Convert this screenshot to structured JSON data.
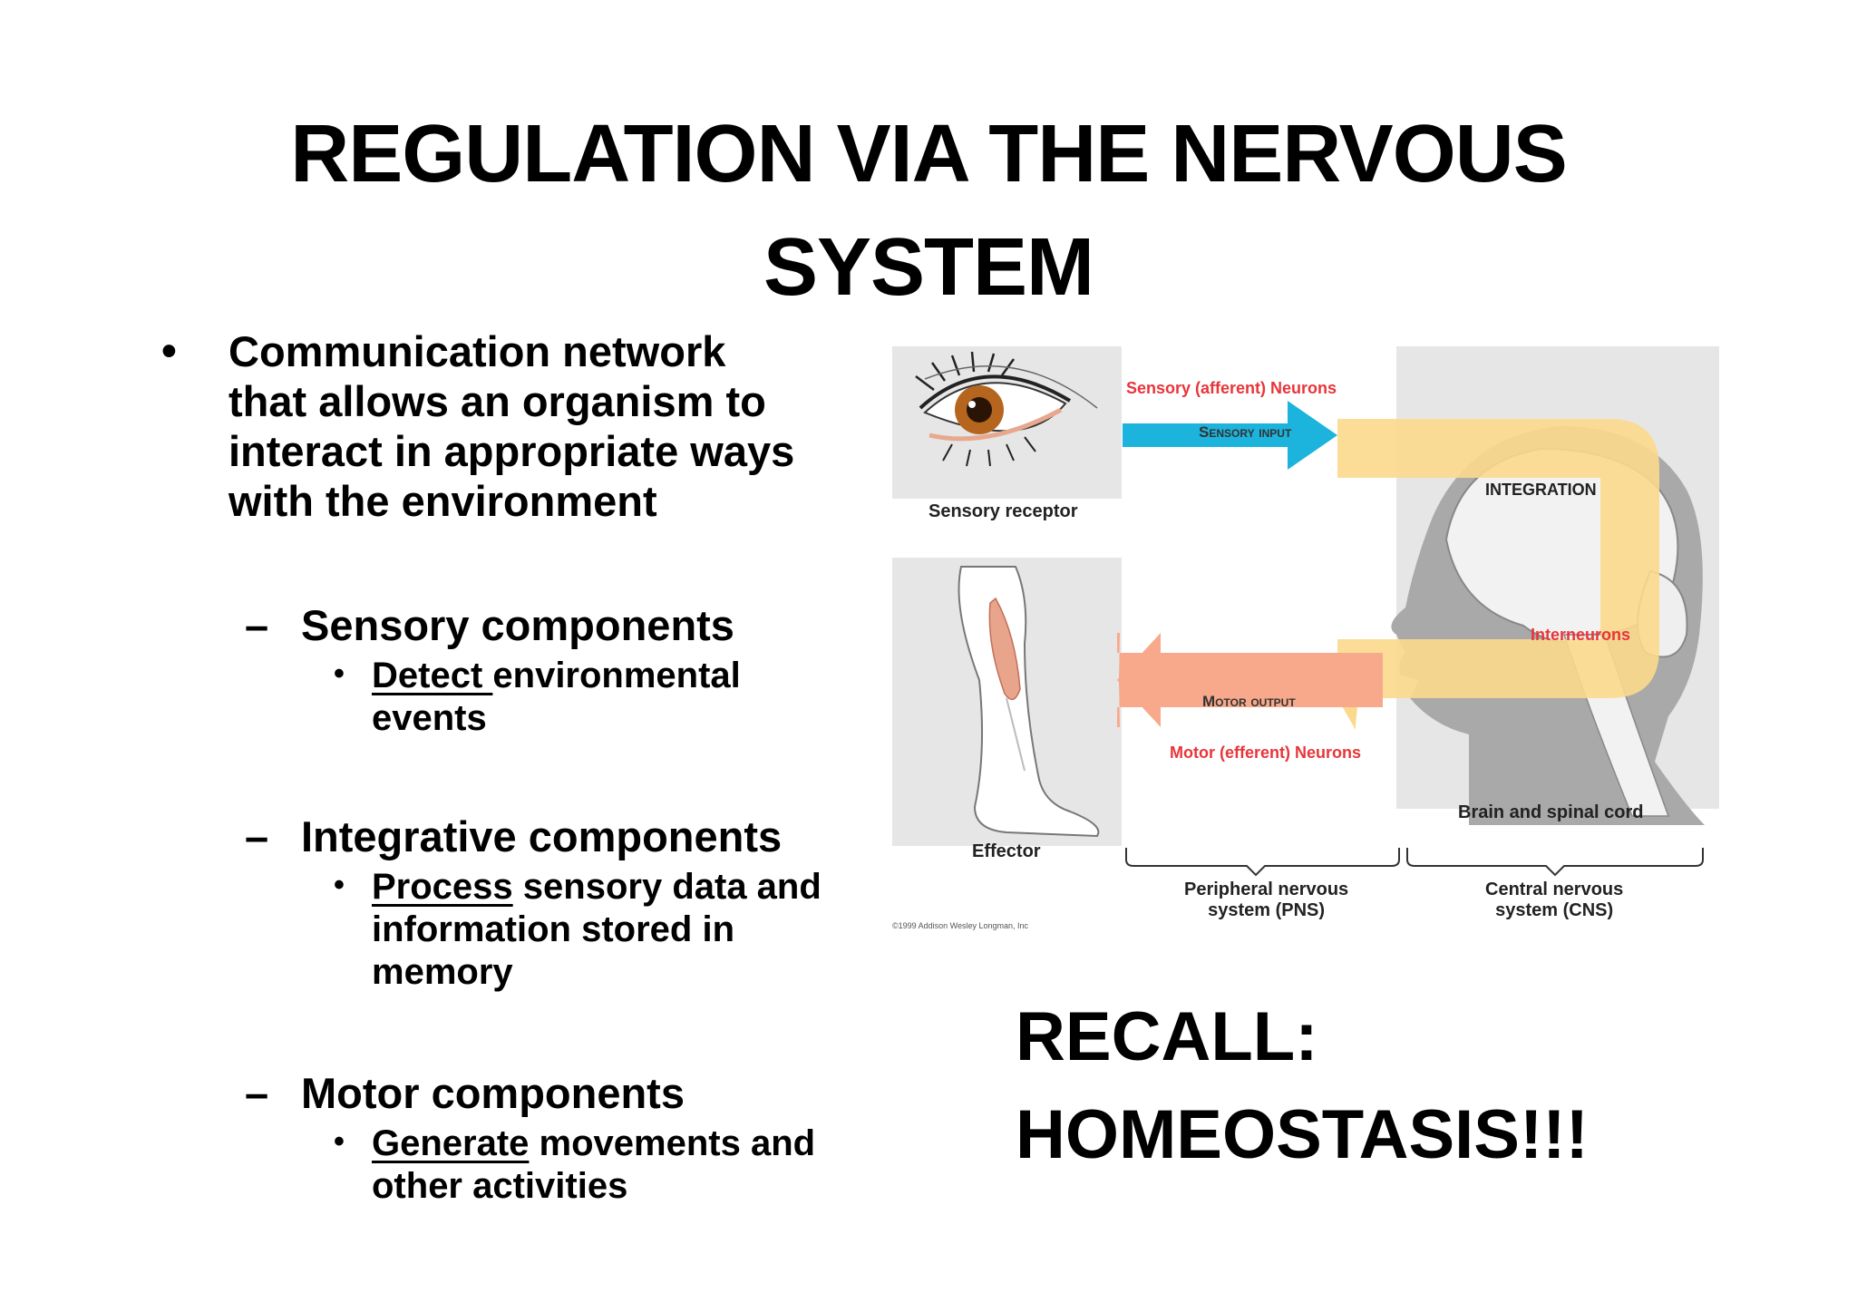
{
  "title": {
    "line1": "REGULATION VIA THE NERVOUS",
    "line2": "SYSTEM"
  },
  "main_bullet": {
    "symbol": "•",
    "line1": "Communication network",
    "line2": "that allows an organism to",
    "line3": "interact in appropriate ways",
    "line4": "with the environment"
  },
  "components": [
    {
      "dash": "–",
      "heading": "Sensory components",
      "bullet": "•",
      "verb": "Detect ",
      "rest": "environmental",
      "line2": "events"
    },
    {
      "dash": "–",
      "heading": "Integrative components",
      "bullet": "•",
      "verb": "Process",
      "rest": " sensory data and",
      "line2": "information stored in",
      "line3": "memory"
    },
    {
      "dash": "–",
      "heading": "Motor components",
      "bullet": "•",
      "verb": "Generate",
      "rest": " movements and",
      "line2": "other activities"
    }
  ],
  "diagram": {
    "sensory_neurons": "Sensory (afferent) Neurons",
    "sensory_input": "Sensory input",
    "integration": "INTEGRATION",
    "interneurons": "Interneurons",
    "motor_output": "Motor output",
    "motor_neurons": "Motor (efferent) Neurons",
    "sensory_receptor": "Sensory receptor",
    "effector": "Effector",
    "brain_spinal": "Brain and spinal cord",
    "pns_line1": "Peripheral nervous",
    "pns_line2": "system (PNS)",
    "cns_line1": "Central nervous",
    "cns_line2": "system (CNS)",
    "credit": "©1999 Addison Wesley Longman, Inc",
    "colors": {
      "sensory_arrow": "#1cb3dc",
      "motor_arrow": "#f8a98c",
      "integration_loop": "#fbd98c",
      "red_text": "#e8353a",
      "panel_gray": "#e6e6e6"
    }
  },
  "recall": {
    "line1": "RECALL:",
    "line2": "HOMEOSTASIS!!!"
  }
}
